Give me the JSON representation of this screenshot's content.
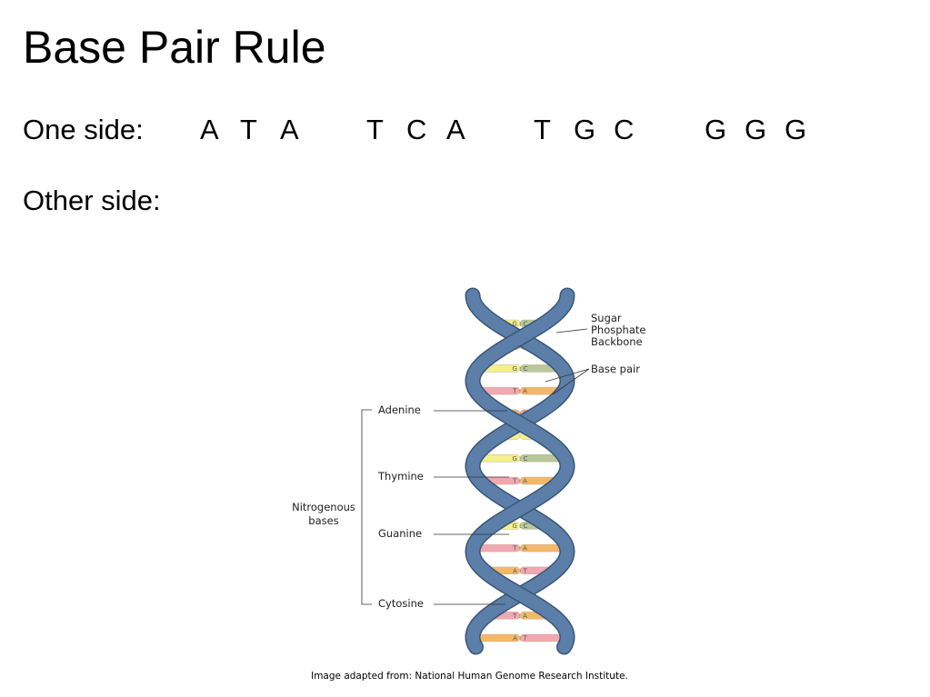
{
  "title": "Base Pair Rule",
  "one_side": {
    "label": "One side:",
    "groups": [
      [
        "A",
        "T",
        "A"
      ],
      [
        "T",
        "C",
        "A"
      ],
      [
        "T",
        "G",
        "C"
      ],
      [
        "G",
        "G",
        "G"
      ]
    ]
  },
  "other_side": {
    "label": "Other side:"
  },
  "diagram": {
    "labels": {
      "backbone": [
        "Sugar",
        "Phosphate",
        "Backbone"
      ],
      "base_pair": "Base pair",
      "adenine": "Adenine",
      "thymine": "Thymine",
      "guanine": "Guanine",
      "cytosine": "Cytosine",
      "nitrogenous": [
        "Nitrogenous",
        "bases"
      ]
    },
    "rungs": [
      {
        "pair": "G : C"
      },
      {
        "pair": "T : A"
      },
      {
        "pair": "G : C"
      },
      {
        "pair": "T : A"
      },
      {
        "pair": "A : T"
      },
      {
        "pair": ""
      },
      {
        "pair": "G : C"
      },
      {
        "pair": "T : A"
      },
      {
        "pair": "A : T"
      },
      {
        "pair": "G : C"
      },
      {
        "pair": "T : A"
      },
      {
        "pair": "A : T"
      },
      {
        "pair": "C : G"
      },
      {
        "pair": "T : A"
      },
      {
        "pair": "A : T"
      }
    ],
    "colors": {
      "backbone": "#5b7fa8",
      "backbone_edge": "#3a5677",
      "adenine": "#f5b86b",
      "thymine": "#f2a8b0",
      "guanine": "#f5f08a",
      "cytosine": "#b9c89a"
    }
  },
  "caption": "Image adapted from: National Human Genome Research Institute."
}
